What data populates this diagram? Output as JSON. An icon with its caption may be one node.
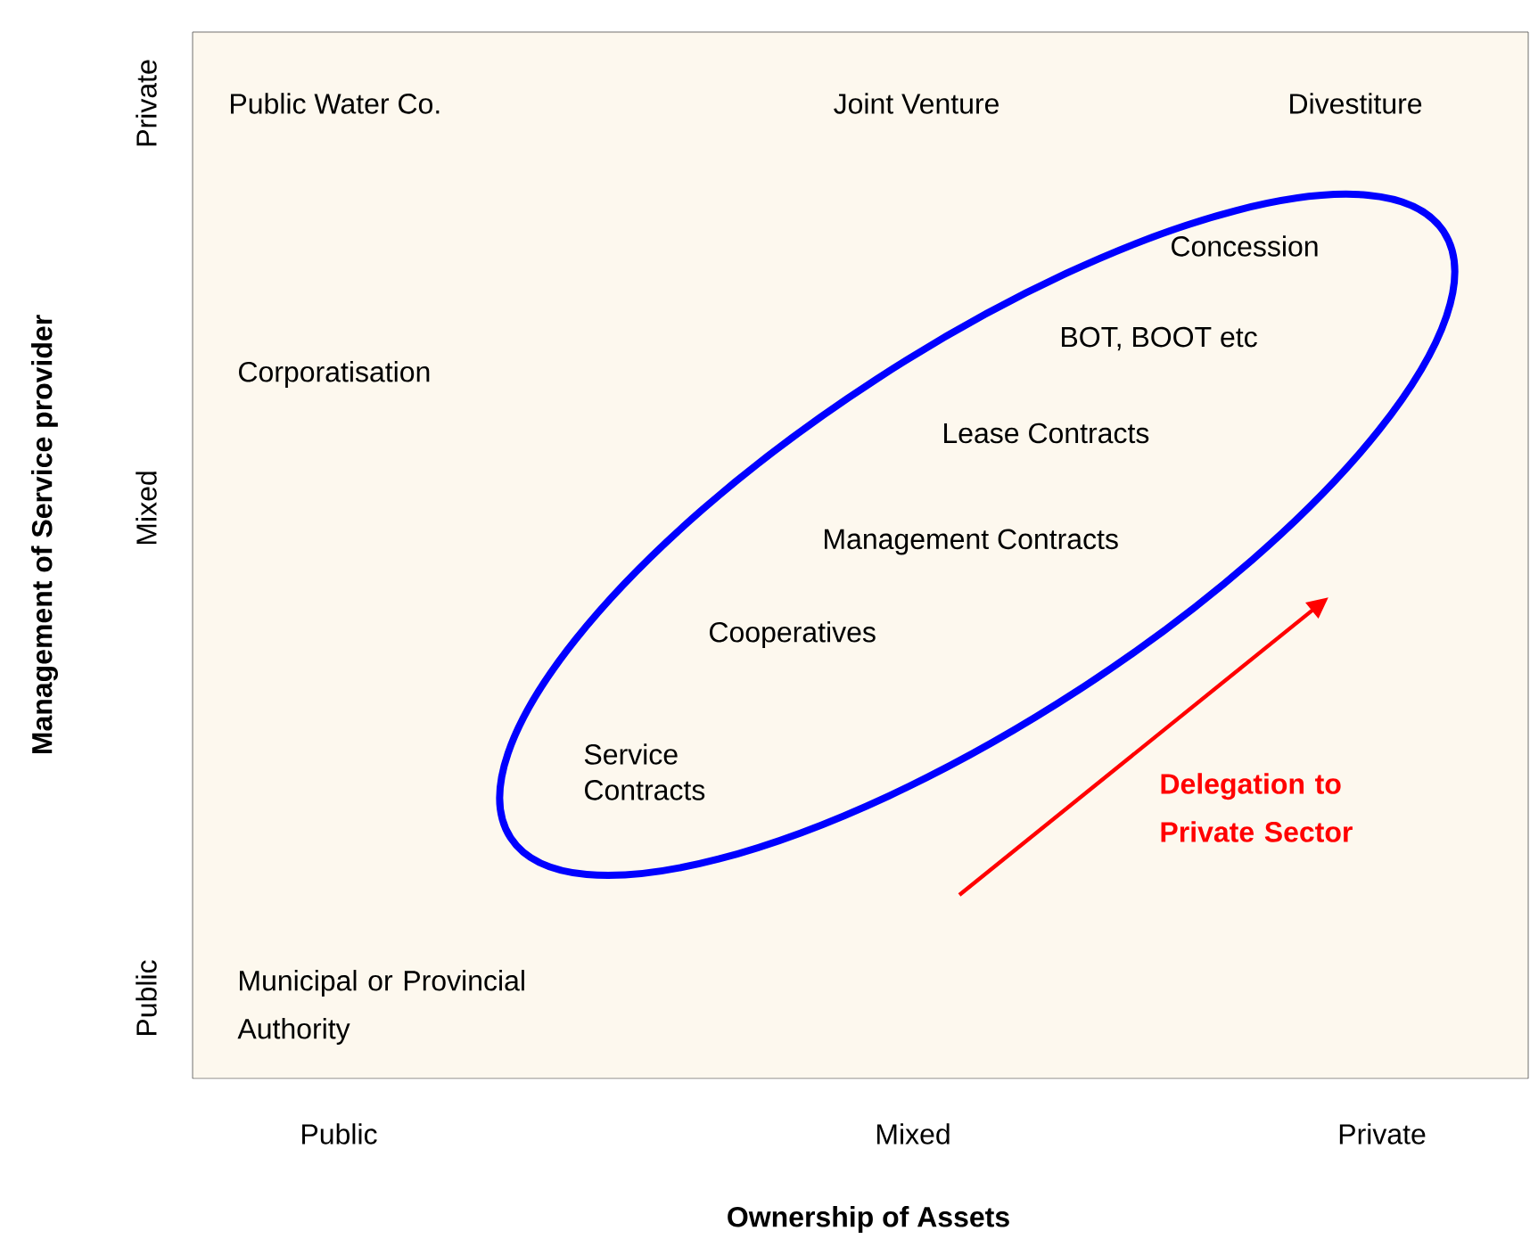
{
  "diagram": {
    "nodes": [
      {
        "text": [
          "Concession",
          "BOT, BOOT etc",
          "Lease Contracts",
          "Management Contracts",
          "Cooperatives",
          "Service Contracts"
        ]
      }
    ],
    "edges": [],
    "labels": [
      "Public Water Co.",
      "Joint Venture",
      "Divestiture",
      "Corporatisation",
      "Delegation to Private Sector",
      "Municipal or Provincial Authority",
      "Private",
      "Mixed",
      "Public",
      "Public",
      "Mixed",
      "Private",
      "Management of Service provider",
      "Ownership of Assets"
    ]
  }
}
